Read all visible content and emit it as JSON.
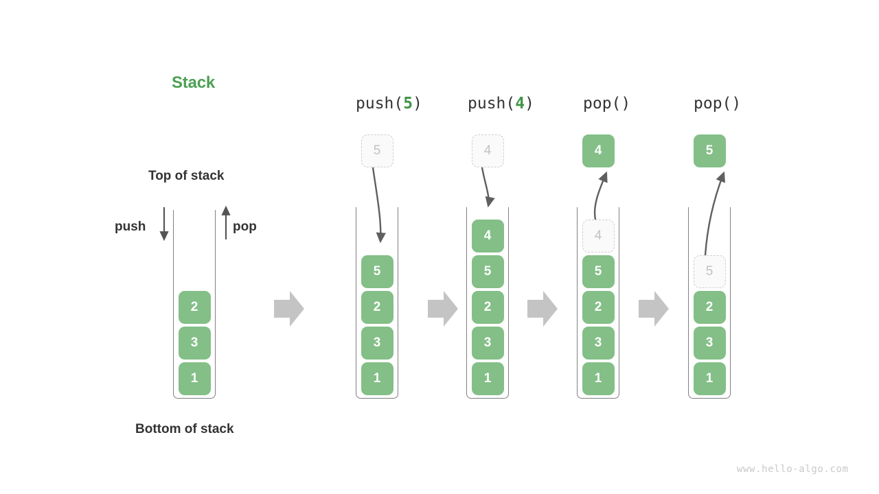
{
  "diagram": {
    "title": "Stack",
    "title_color": "#4ca054",
    "cell_color": "#83bf87",
    "ghost_color": "#fafafa",
    "arrow_color": "#5f5f5f",
    "block_arrow_color": "#c4c4c4",
    "watermark": "www.hello-algo.com",
    "labels": {
      "top_of_stack": "Top of stack",
      "bottom_of_stack": "Bottom of stack",
      "push": "push",
      "pop": "pop"
    }
  },
  "initial_stack": {
    "name": "initial",
    "cells": [
      "2",
      "3",
      "1"
    ]
  },
  "steps": [
    {
      "op_prefix": "push(",
      "op_arg": "5",
      "op_suffix": ")",
      "op_full": "push(5)",
      "ghost_above": "5",
      "floating_cell": null,
      "arrow_direction": "down",
      "cells": [
        "5",
        "2",
        "3",
        "1"
      ],
      "ghost_in_stack": null
    },
    {
      "op_prefix": "push(",
      "op_arg": "4",
      "op_suffix": ")",
      "op_full": "push(4)",
      "ghost_above": "4",
      "floating_cell": null,
      "arrow_direction": "down",
      "cells": [
        "4",
        "5",
        "2",
        "3",
        "1"
      ],
      "ghost_in_stack": null
    },
    {
      "op_prefix": "pop(",
      "op_arg": "",
      "op_suffix": ")",
      "op_full": "pop()",
      "ghost_above": null,
      "floating_cell": "4",
      "arrow_direction": "up",
      "cells": [
        "5",
        "2",
        "3",
        "1"
      ],
      "ghost_in_stack": "4"
    },
    {
      "op_prefix": "pop(",
      "op_arg": "",
      "op_suffix": ")",
      "op_full": "pop()",
      "ghost_above": null,
      "floating_cell": "5",
      "arrow_direction": "up",
      "cells": [
        "2",
        "3",
        "1"
      ],
      "ghost_in_stack": "5"
    }
  ]
}
